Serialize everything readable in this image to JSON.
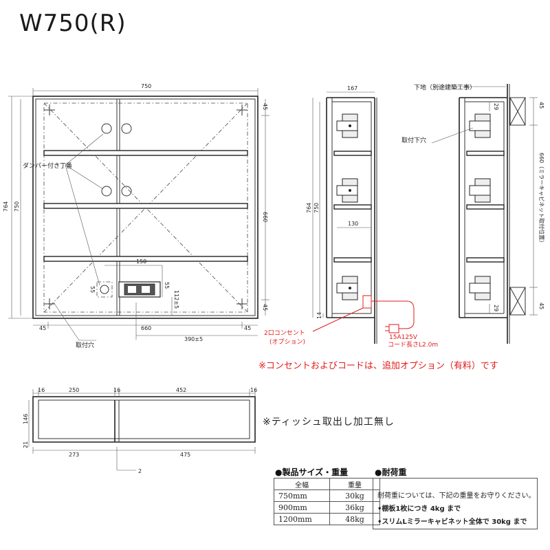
{
  "title": "W750(R)",
  "front": {
    "dims": {
      "top_width": "750",
      "left_outer": "764",
      "left_inner": "750",
      "right_660": "660",
      "right_top_45": "45",
      "right_bottom_45": "45",
      "bottom_45_left": "45",
      "bottom_660": "660",
      "bottom_45_right": "45",
      "bottom_390": "390±5",
      "outlet_150": "150",
      "outlet_55_left": "55",
      "outlet_55_right": "55",
      "outlet_112": "112±5"
    },
    "labels": {
      "damper": "ダンパー付き丁番",
      "mount_hole": "取付穴"
    }
  },
  "side1": {
    "dims": {
      "depth": "167",
      "height_outer": "764",
      "height_inner": "750",
      "inner_130": "130",
      "bottom_14": "14"
    },
    "outlet_label": "2口コンセント",
    "outlet_option": "(オプション)",
    "cord_spec": "15A125V",
    "cord_length": "コード長さL2.0m"
  },
  "side2": {
    "labels": {
      "base": "下地（別途建築工事）",
      "mount_hole": "取付下穴",
      "position": "660（ミラーキャビネット取付位置）"
    },
    "dims": {
      "top_45": "45",
      "top_29": "29",
      "bottom_29": "29",
      "bottom_45": "45"
    }
  },
  "note_red": "※コンセントおよびコードは、追加オプション（有料）です",
  "top_view": {
    "dims": {
      "d16a": "16",
      "d250": "250",
      "d16b": "16",
      "d452": "452",
      "d16c": "16",
      "d146": "146",
      "d21": "21",
      "d273": "273",
      "d475": "475",
      "d2": "2"
    }
  },
  "note_tissue": "※ティッシュ取出し加工無し",
  "spec": {
    "heading": "●製品サイズ・重量",
    "col_width": "全幅",
    "col_weight": "重量",
    "rows": [
      {
        "width": "750mm",
        "weight": "30kg"
      },
      {
        "width": "900mm",
        "weight": "36kg"
      },
      {
        "width": "1200mm",
        "weight": "48kg"
      }
    ]
  },
  "load": {
    "heading": "●耐荷重",
    "line1": "耐荷重については、下記の重量をお守りください。",
    "line2": "•棚板1枚につき 4kg まで",
    "line3": "•スリムLミラーキャビネット全体で 30kg まで"
  },
  "colors": {
    "accent_red": "#e21b1b",
    "line": "#333333"
  }
}
